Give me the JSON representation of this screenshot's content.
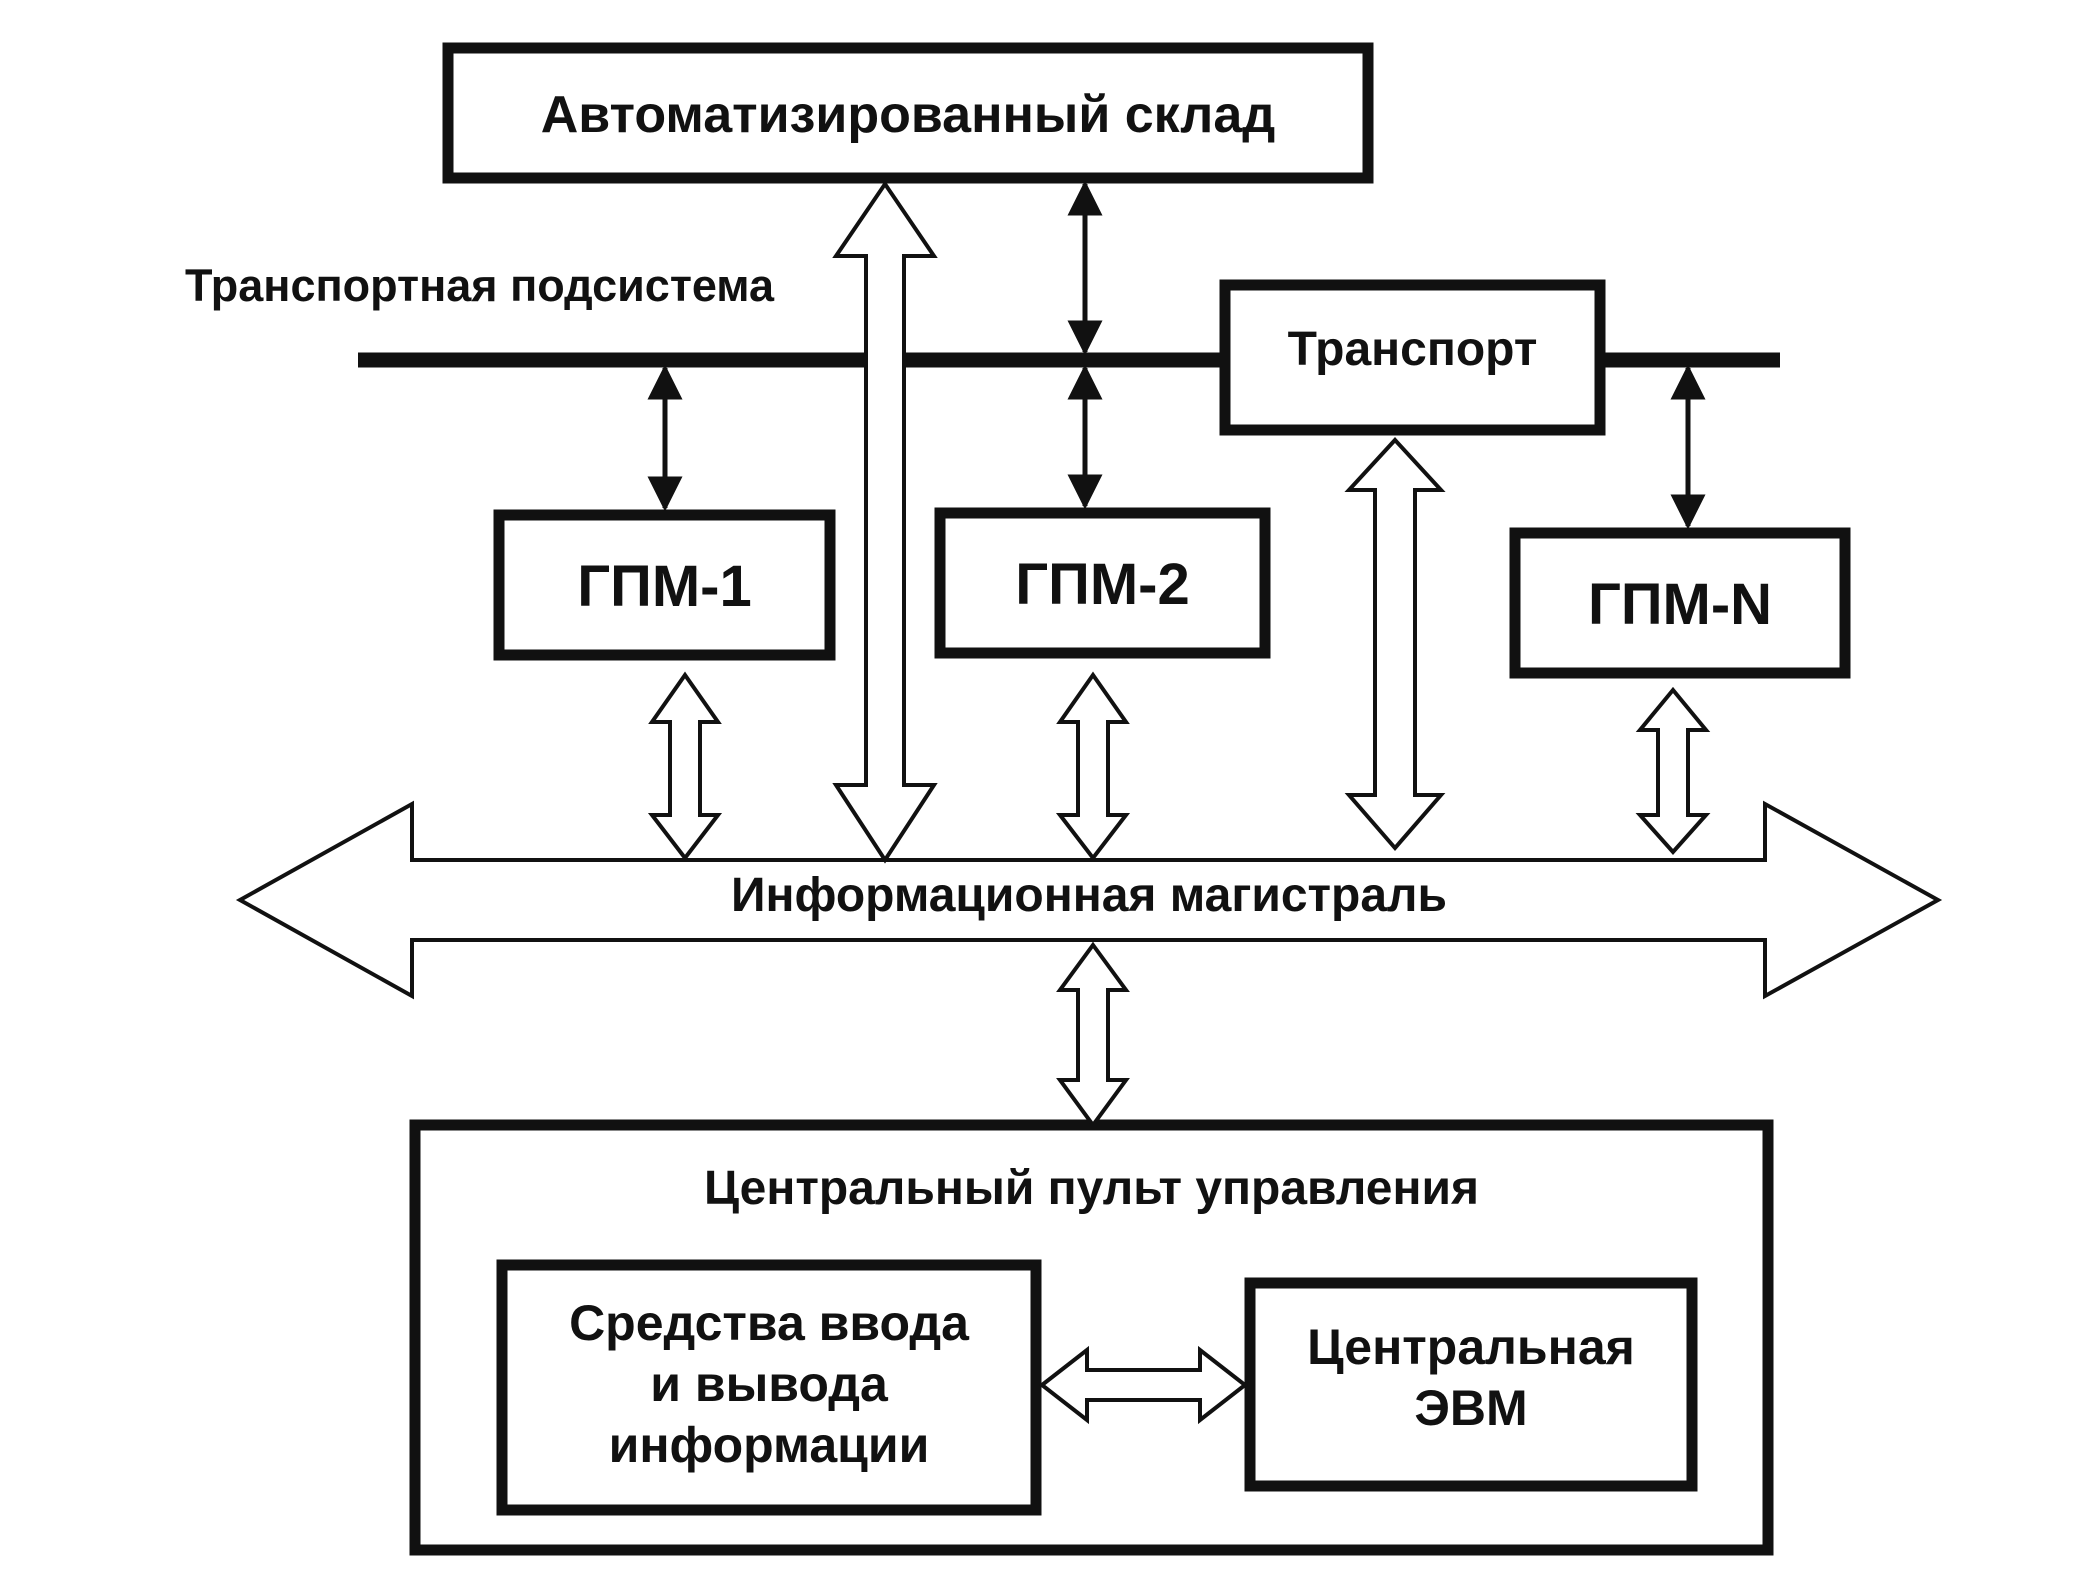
{
  "diagram": {
    "warehouse": "Автоматизированный склад",
    "transport_subsystem": "Транспортная подсистема",
    "transport": "Транспорт",
    "gpm_1": "ГПМ-1",
    "gpm_2": "ГПМ-2",
    "gpm_n": "ГПМ-N",
    "info_bus": "Информационная магистраль",
    "control_panel": "Центральный пульт управления",
    "io_means": "Средства ввода\nи вывода\nинформации",
    "central_computer": "Центральная\nЭВМ"
  },
  "colors": {
    "ink": "#111111",
    "background": "#ffffff"
  }
}
